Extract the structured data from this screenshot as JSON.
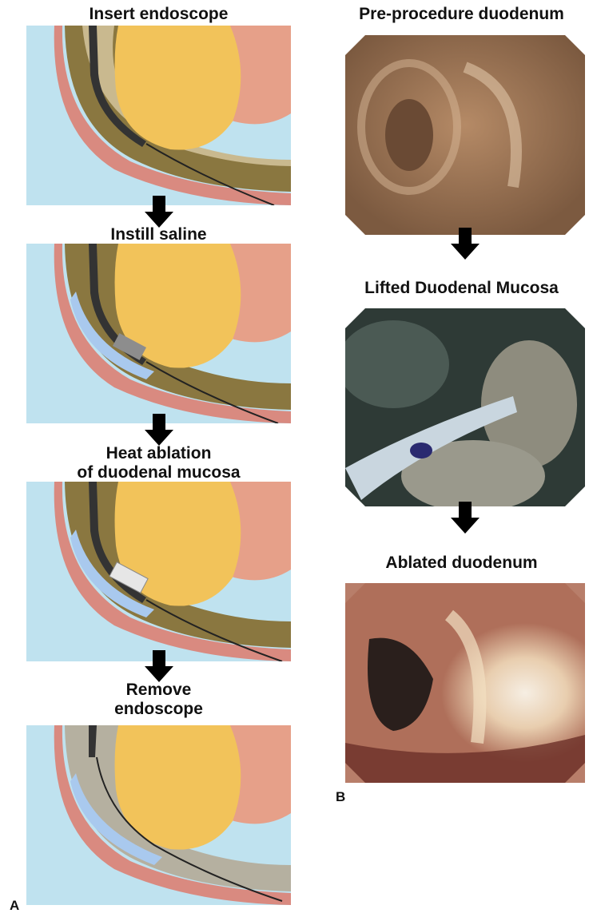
{
  "panel_a": {
    "letter": "A",
    "steps": [
      {
        "label": "Insert endoscope"
      },
      {
        "label": "Instill saline"
      },
      {
        "label": "Heat ablation of duodenal mucosa",
        "lines": [
          "Heat ablation",
          "of duodenal mucosa"
        ]
      },
      {
        "label": "Remove endoscope",
        "lines": [
          "Remove",
          "endoscope"
        ]
      }
    ]
  },
  "panel_b": {
    "letter": "B",
    "images": [
      {
        "label": "Pre-procedure duodenum"
      },
      {
        "label": "Lifted Duodenal Mucosa"
      },
      {
        "label": "Ablated duodenum"
      }
    ]
  },
  "colors": {
    "background_blue": "#bfe2ef",
    "pancreas_yellow": "#f2c35a",
    "tissue_pink": "#d98a80",
    "mucosa_olive": "#8a7740",
    "arrow": "#000000"
  }
}
